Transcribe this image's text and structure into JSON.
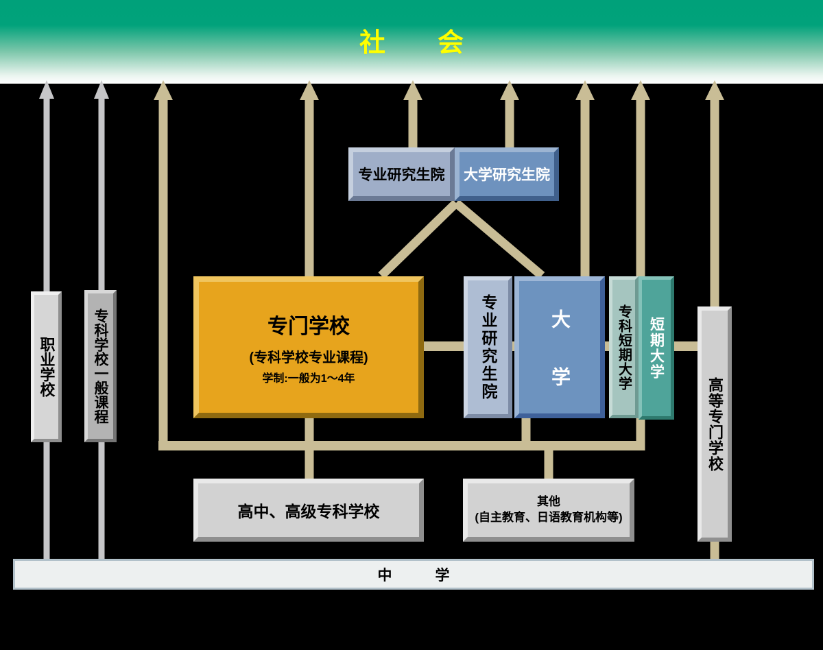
{
  "band": {
    "label": "社　　会"
  },
  "nodes": {
    "vocational_school": {
      "label": "职业学校"
    },
    "college_general": {
      "label": "专科学校一般课程"
    },
    "senmon_school": {
      "title": "专门学校",
      "subtitle": "(专科学校专业课程)",
      "note": "学制:一般为1～4年"
    },
    "prof_grad_school_top": {
      "label": "专业研究生院"
    },
    "univ_grad_school_top": {
      "label": "大学研究生院"
    },
    "prof_grad_school_col": {
      "label": "专业研究生院"
    },
    "university": {
      "label": "大　　学"
    },
    "college_short_univ": {
      "label": "专科短期大学"
    },
    "short_term_univ": {
      "label": "短期大学"
    },
    "kosen": {
      "label": "高等专门学校"
    },
    "high_school": {
      "label": "高中、高级专科学校"
    },
    "other": {
      "line1": "其他",
      "line2": "(自主教育、日语教育机构等)"
    },
    "middle_school": {
      "label": "中　　　学"
    }
  },
  "palette": {
    "band_green": "#00a17a",
    "band_text_yellow": "#ffff00",
    "arrow_tan": "#c9bd96",
    "arrow_gray": "#c6c6c8",
    "senmon_orange": "#e7a41d",
    "university_blue": "#6d93bf",
    "grad_light_blue": "#9faec8",
    "short_univ_teal": "#4fa49a",
    "short_univ_light_teal": "#a5c5bf",
    "box_gray": "#d2d2d2",
    "middle_school_fill": "#edf0f0",
    "middle_school_border": "#b2c1ca"
  }
}
